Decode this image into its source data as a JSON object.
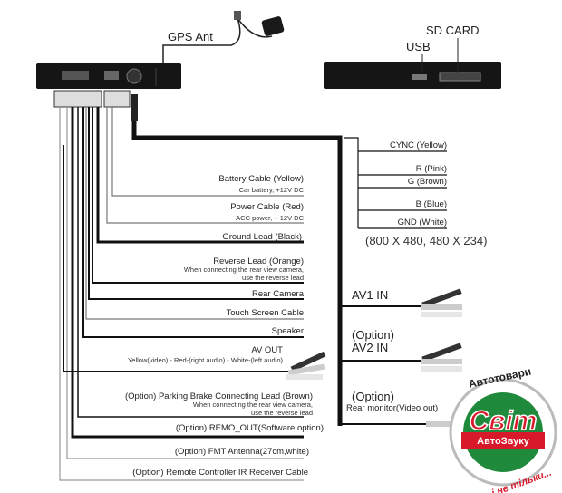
{
  "top": {
    "gps_ant": "GPS Ant",
    "sd_card": "SD CARD",
    "usb": "USB"
  },
  "video_out": {
    "pins": [
      "CYNC (Yellow)",
      "R (Pink)",
      "G (Brown)",
      "B (Blue)",
      "GND (White)"
    ],
    "resolution": "(800 X 480, 480 X 234)"
  },
  "left_cables": [
    {
      "label": "Battery Cable (Yellow)",
      "note": "Car battery, +12V DC"
    },
    {
      "label": "Power Cable (Red)",
      "note": "ACC power, + 12V DC"
    },
    {
      "label": "Ground Lead (Black)"
    },
    {
      "label": "Reverse Lead (Orange)",
      "note": "When connecting the rear view camera,",
      "note2": "use the reverse lead"
    },
    {
      "label": "Rear Camera"
    },
    {
      "label": "Touch Screen Cable"
    },
    {
      "label": "Speaker"
    },
    {
      "label": "AV OUT",
      "note": "Yellow(video) - Red-(right audio) - White-(left audio)"
    },
    {
      "label": "(Option) Parking Brake Connecting Lead (Brown)",
      "note": "When connecting the rear view camera,",
      "note2": "use the reverse lead"
    },
    {
      "label": "(Option) REMO_OUT(Software option)"
    },
    {
      "label": "(Option) FMT Antenna(27cm,white)"
    },
    {
      "label": "(Option) Remote Controller IR Receiver Cable"
    }
  ],
  "right_inputs": {
    "av1": "AV1 IN",
    "av2_option": "(Option)",
    "av2": "AV2 IN",
    "rear_option": "(Option)",
    "rear": "Rear monitor(Video out)"
  },
  "logo": {
    "top_arc": "Автотовари",
    "main": "Світ",
    "sub": "АвтоЗвуку",
    "bottom_arc": "і не тільки..."
  },
  "colors": {
    "logo_green": "#1f8a3c",
    "logo_red": "#d7192a"
  }
}
